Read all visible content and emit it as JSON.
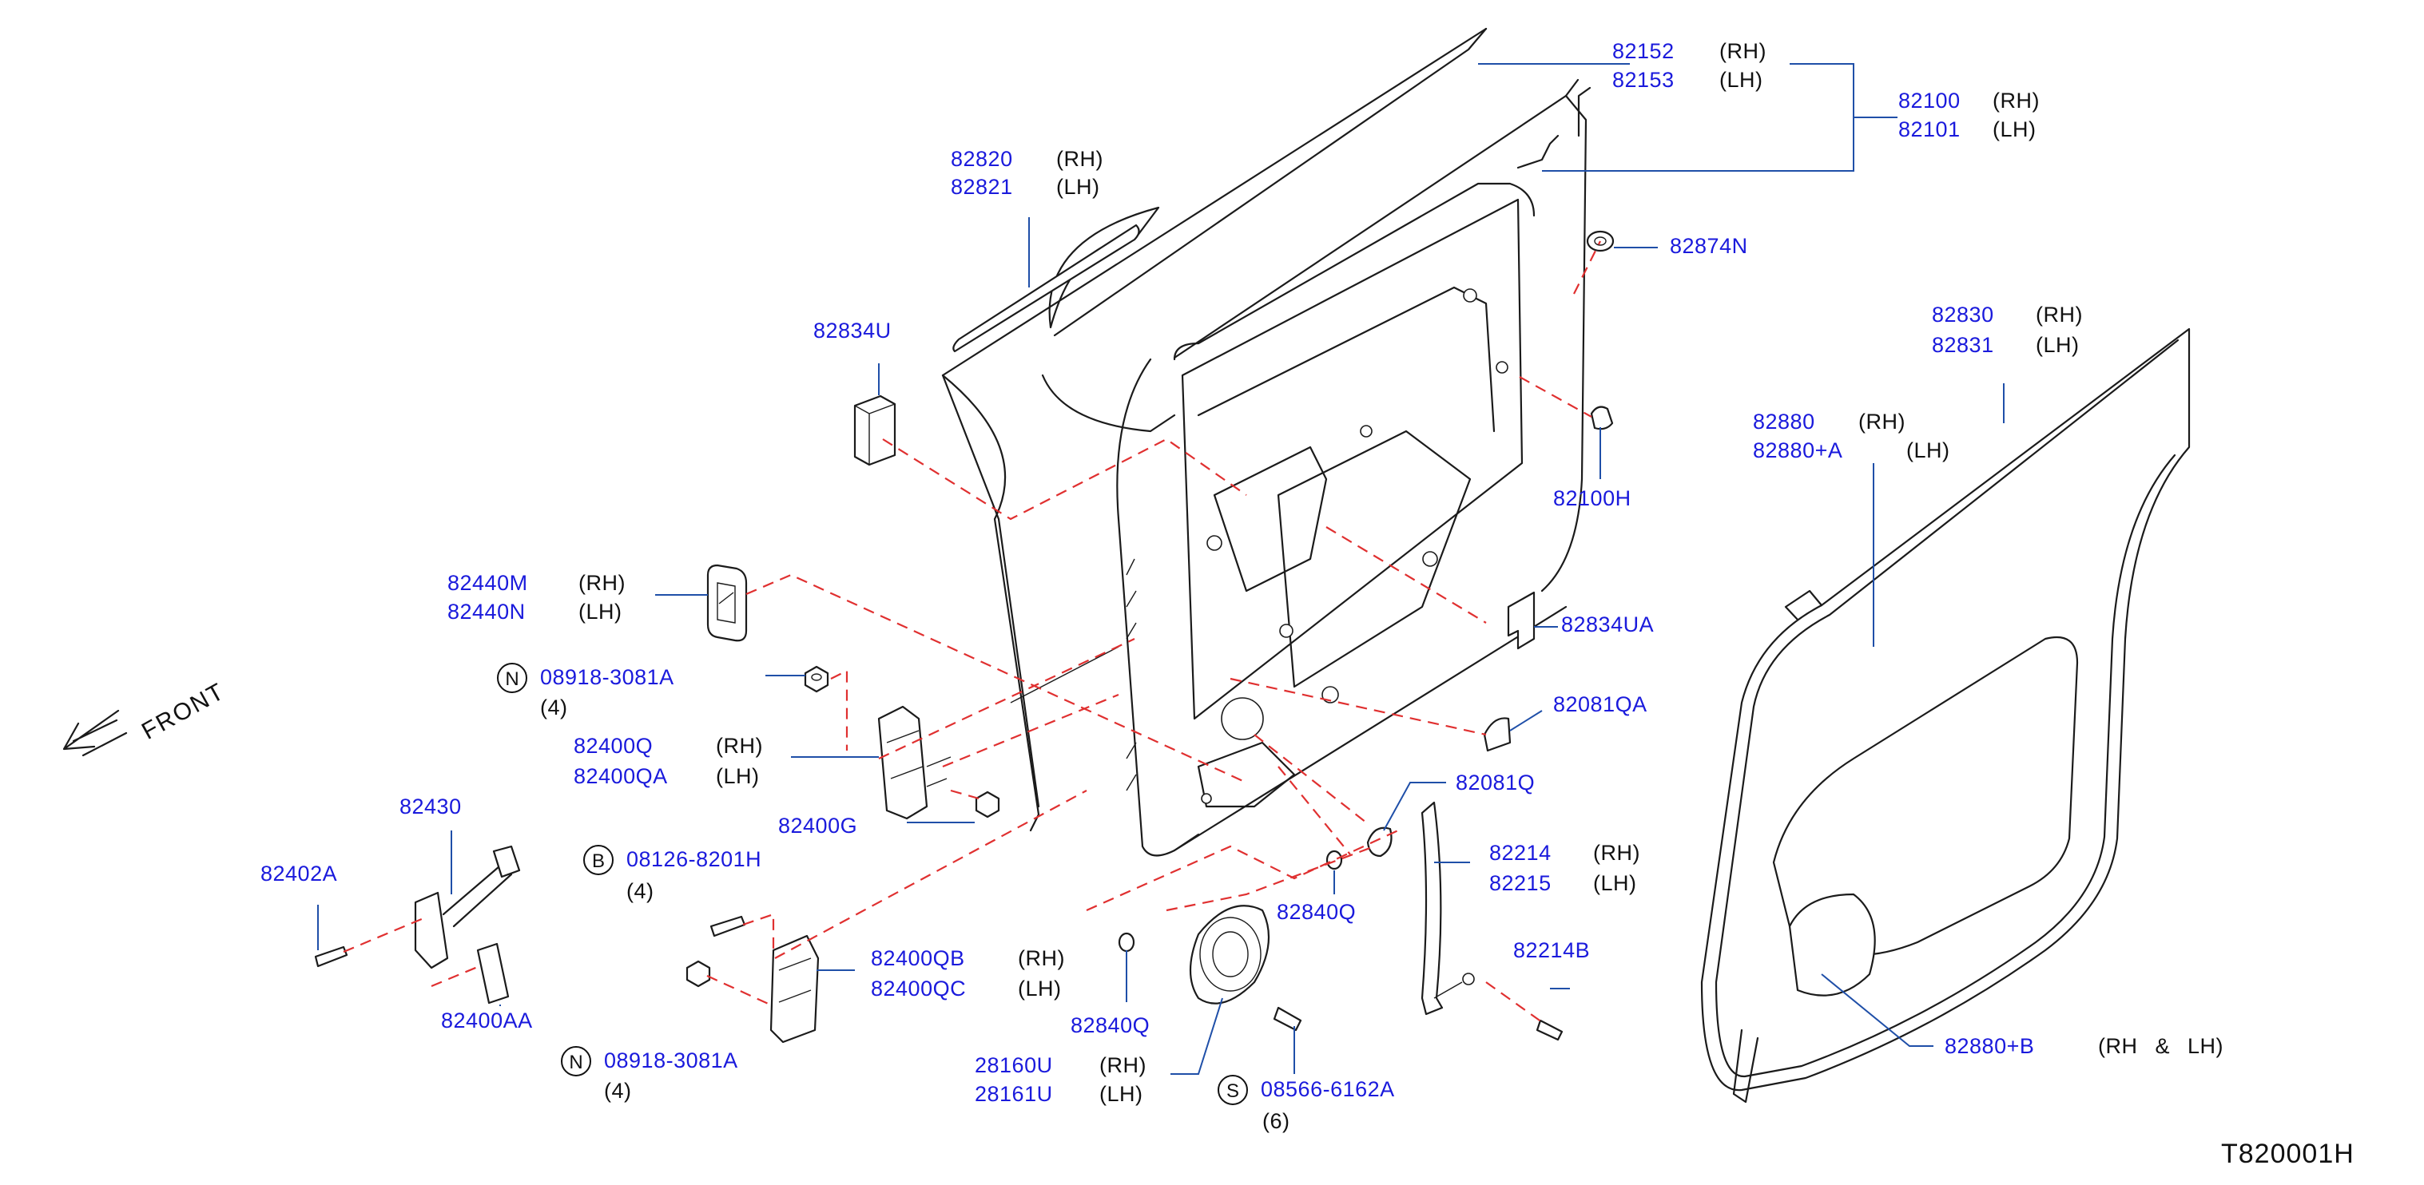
{
  "diagram_code": "T820001H",
  "front_label": "FRONT",
  "side": {
    "rh": "(RH)",
    "lh": "(LH)",
    "rh_lh": "(RH & LH)"
  },
  "parts": {
    "outer_panel": {
      "rh": "82152",
      "lh": "82153"
    },
    "door_assy": {
      "rh": "82100",
      "lh": "82101"
    },
    "molding": {
      "rh": "82820",
      "lh": "82821"
    },
    "clip_82874N": "82874N",
    "pad_82834U": "82834U",
    "plug_82100H": "82100H",
    "bracket_82834UA": "82834UA",
    "cover_82081QA": "82081QA",
    "cover_82081Q": "82081Q",
    "sash": {
      "rh": "82214",
      "lh": "82215"
    },
    "bolt_82214B": "82214B",
    "plug_82840Q_a": "82840Q",
    "plug_82840Q_b": "82840Q",
    "speaker": {
      "rh": "28160U",
      "lh": "28161U"
    },
    "screw_s": {
      "symbol": "S",
      "number": "08566-6162A",
      "qty": "(6)"
    },
    "weatherstrip": {
      "rh": "82830",
      "lh": "82831"
    },
    "seal_screen": {
      "rh": "82880",
      "lh": "82880+A"
    },
    "seal_b": "82880+B",
    "handle": {
      "rh": "82440M",
      "lh": "82440N"
    },
    "nut_n_top": {
      "symbol": "N",
      "number": "08918-3081A",
      "qty": "(4)"
    },
    "hinge_upper": {
      "rh": "82400Q",
      "lh": "82400QA"
    },
    "bolt_82400G": "82400G",
    "check_link": "82430",
    "bolt_82402A": "82402A",
    "bolt_82400AA": "82400AA",
    "bolt_b": {
      "symbol": "B",
      "number": "08126-8201H",
      "qty": "(4)"
    },
    "hinge_lower": {
      "rh": "82400QB",
      "lh": "82400QC"
    },
    "nut_n_bottom": {
      "symbol": "N",
      "number": "08918-3081A",
      "qty": "(4)"
    }
  }
}
